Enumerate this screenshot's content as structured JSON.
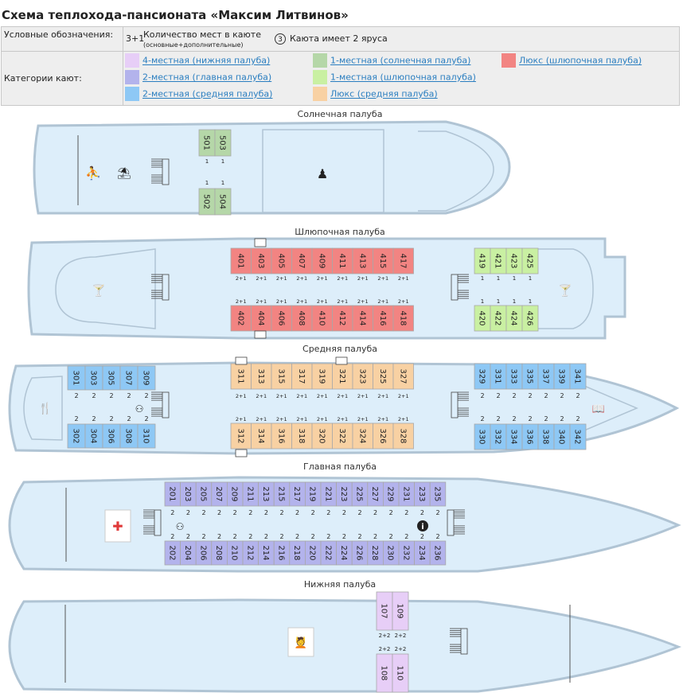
{
  "page": {
    "title": "Схема теплохода-пансионата «Максим Литвинов»"
  },
  "legend": {
    "symbols_label": "Условные обозначения:",
    "places_sample": "3+1",
    "places_text": "Количество мест в каюте",
    "places_sub": "(основные+дополнительные)",
    "tier_sample": "3",
    "tier_text": "Каюта имеет 2 яруса",
    "categories_label": "Категории кают:",
    "categories": [
      {
        "label": "4-местная (нижняя палуба)",
        "color": "#e7cef7"
      },
      {
        "label": "1-местная (солнечная палуба)",
        "color": "#b5d7a8"
      },
      {
        "label": "Люкс (шлюпочная палуба)",
        "color": "#f28482"
      },
      {
        "label": "2-местная (главная палуба)",
        "color": "#b3b3ec"
      },
      {
        "label": "1-местная (шлюпочная палуба)",
        "color": "#c9f0a2"
      },
      {
        "label": "2-местная (средняя палуба)",
        "color": "#8ec8f5"
      },
      {
        "label": "Люкс (средняя палуба)",
        "color": "#f8d1a3"
      }
    ]
  },
  "colors": {
    "deck_fill": "#ddeefa",
    "deck_stroke": "#b0c4d4"
  },
  "decks": {
    "sun": {
      "name": "Солнечная палуба",
      "top": [
        "501",
        "503"
      ],
      "top_places": [
        "1",
        "1"
      ],
      "bottom": [
        "502",
        "504"
      ],
      "bottom_places": [
        "1",
        "1"
      ],
      "icons": [
        "fitness-icon",
        "beach-umbrella-icon",
        "conference-hall-icon"
      ]
    },
    "boat": {
      "name": "Шлюпочная палуба",
      "lux_top": [
        "401",
        "403",
        "405",
        "407",
        "409",
        "411",
        "413",
        "415",
        "417"
      ],
      "lux_bottom": [
        "402",
        "404",
        "406",
        "408",
        "410",
        "412",
        "414",
        "416",
        "418"
      ],
      "lux_places": "2+1",
      "single_top": [
        "419",
        "421",
        "423",
        "425"
      ],
      "single_bottom": [
        "420",
        "422",
        "424",
        "426"
      ],
      "single_places": "1",
      "icons": [
        "cocktail-bar-icon",
        "cocktail-bar-icon"
      ]
    },
    "middle": {
      "name": "Средняя палуба",
      "left_top": [
        "301",
        "303",
        "305",
        "307",
        "309"
      ],
      "left_bottom": [
        "302",
        "304",
        "306",
        "308",
        "310"
      ],
      "center_top": [
        "311",
        "313",
        "315",
        "317",
        "319",
        "321",
        "323",
        "325",
        "327"
      ],
      "center_bottom": [
        "312",
        "314",
        "316",
        "318",
        "320",
        "322",
        "324",
        "326",
        "328"
      ],
      "right_top": [
        "329",
        "331",
        "333",
        "335",
        "337",
        "339",
        "341"
      ],
      "right_bottom": [
        "330",
        "332",
        "334",
        "336",
        "338",
        "340",
        "342"
      ],
      "two": "2",
      "lux_places": "2+1",
      "icons": [
        "restaurant-icon",
        "wc-icon",
        "library-icon"
      ]
    },
    "main": {
      "name": "Главная палуба",
      "top": [
        "201",
        "203",
        "205",
        "207",
        "209",
        "211",
        "213",
        "215",
        "217",
        "219",
        "221",
        "223",
        "225",
        "227",
        "229",
        "231",
        "233",
        "235"
      ],
      "bottom": [
        "202",
        "204",
        "206",
        "208",
        "210",
        "212",
        "214",
        "216",
        "218",
        "220",
        "222",
        "224",
        "226",
        "228",
        "230",
        "232",
        "234",
        "236"
      ],
      "places": "2",
      "icons": [
        "medical-cross-icon",
        "wc-icon",
        "info-icon"
      ]
    },
    "lower": {
      "name": "Нижняя палуба",
      "top": [
        "107",
        "109"
      ],
      "bottom": [
        "108",
        "110"
      ],
      "places": "2+2",
      "icons": [
        "massage-icon"
      ]
    }
  }
}
